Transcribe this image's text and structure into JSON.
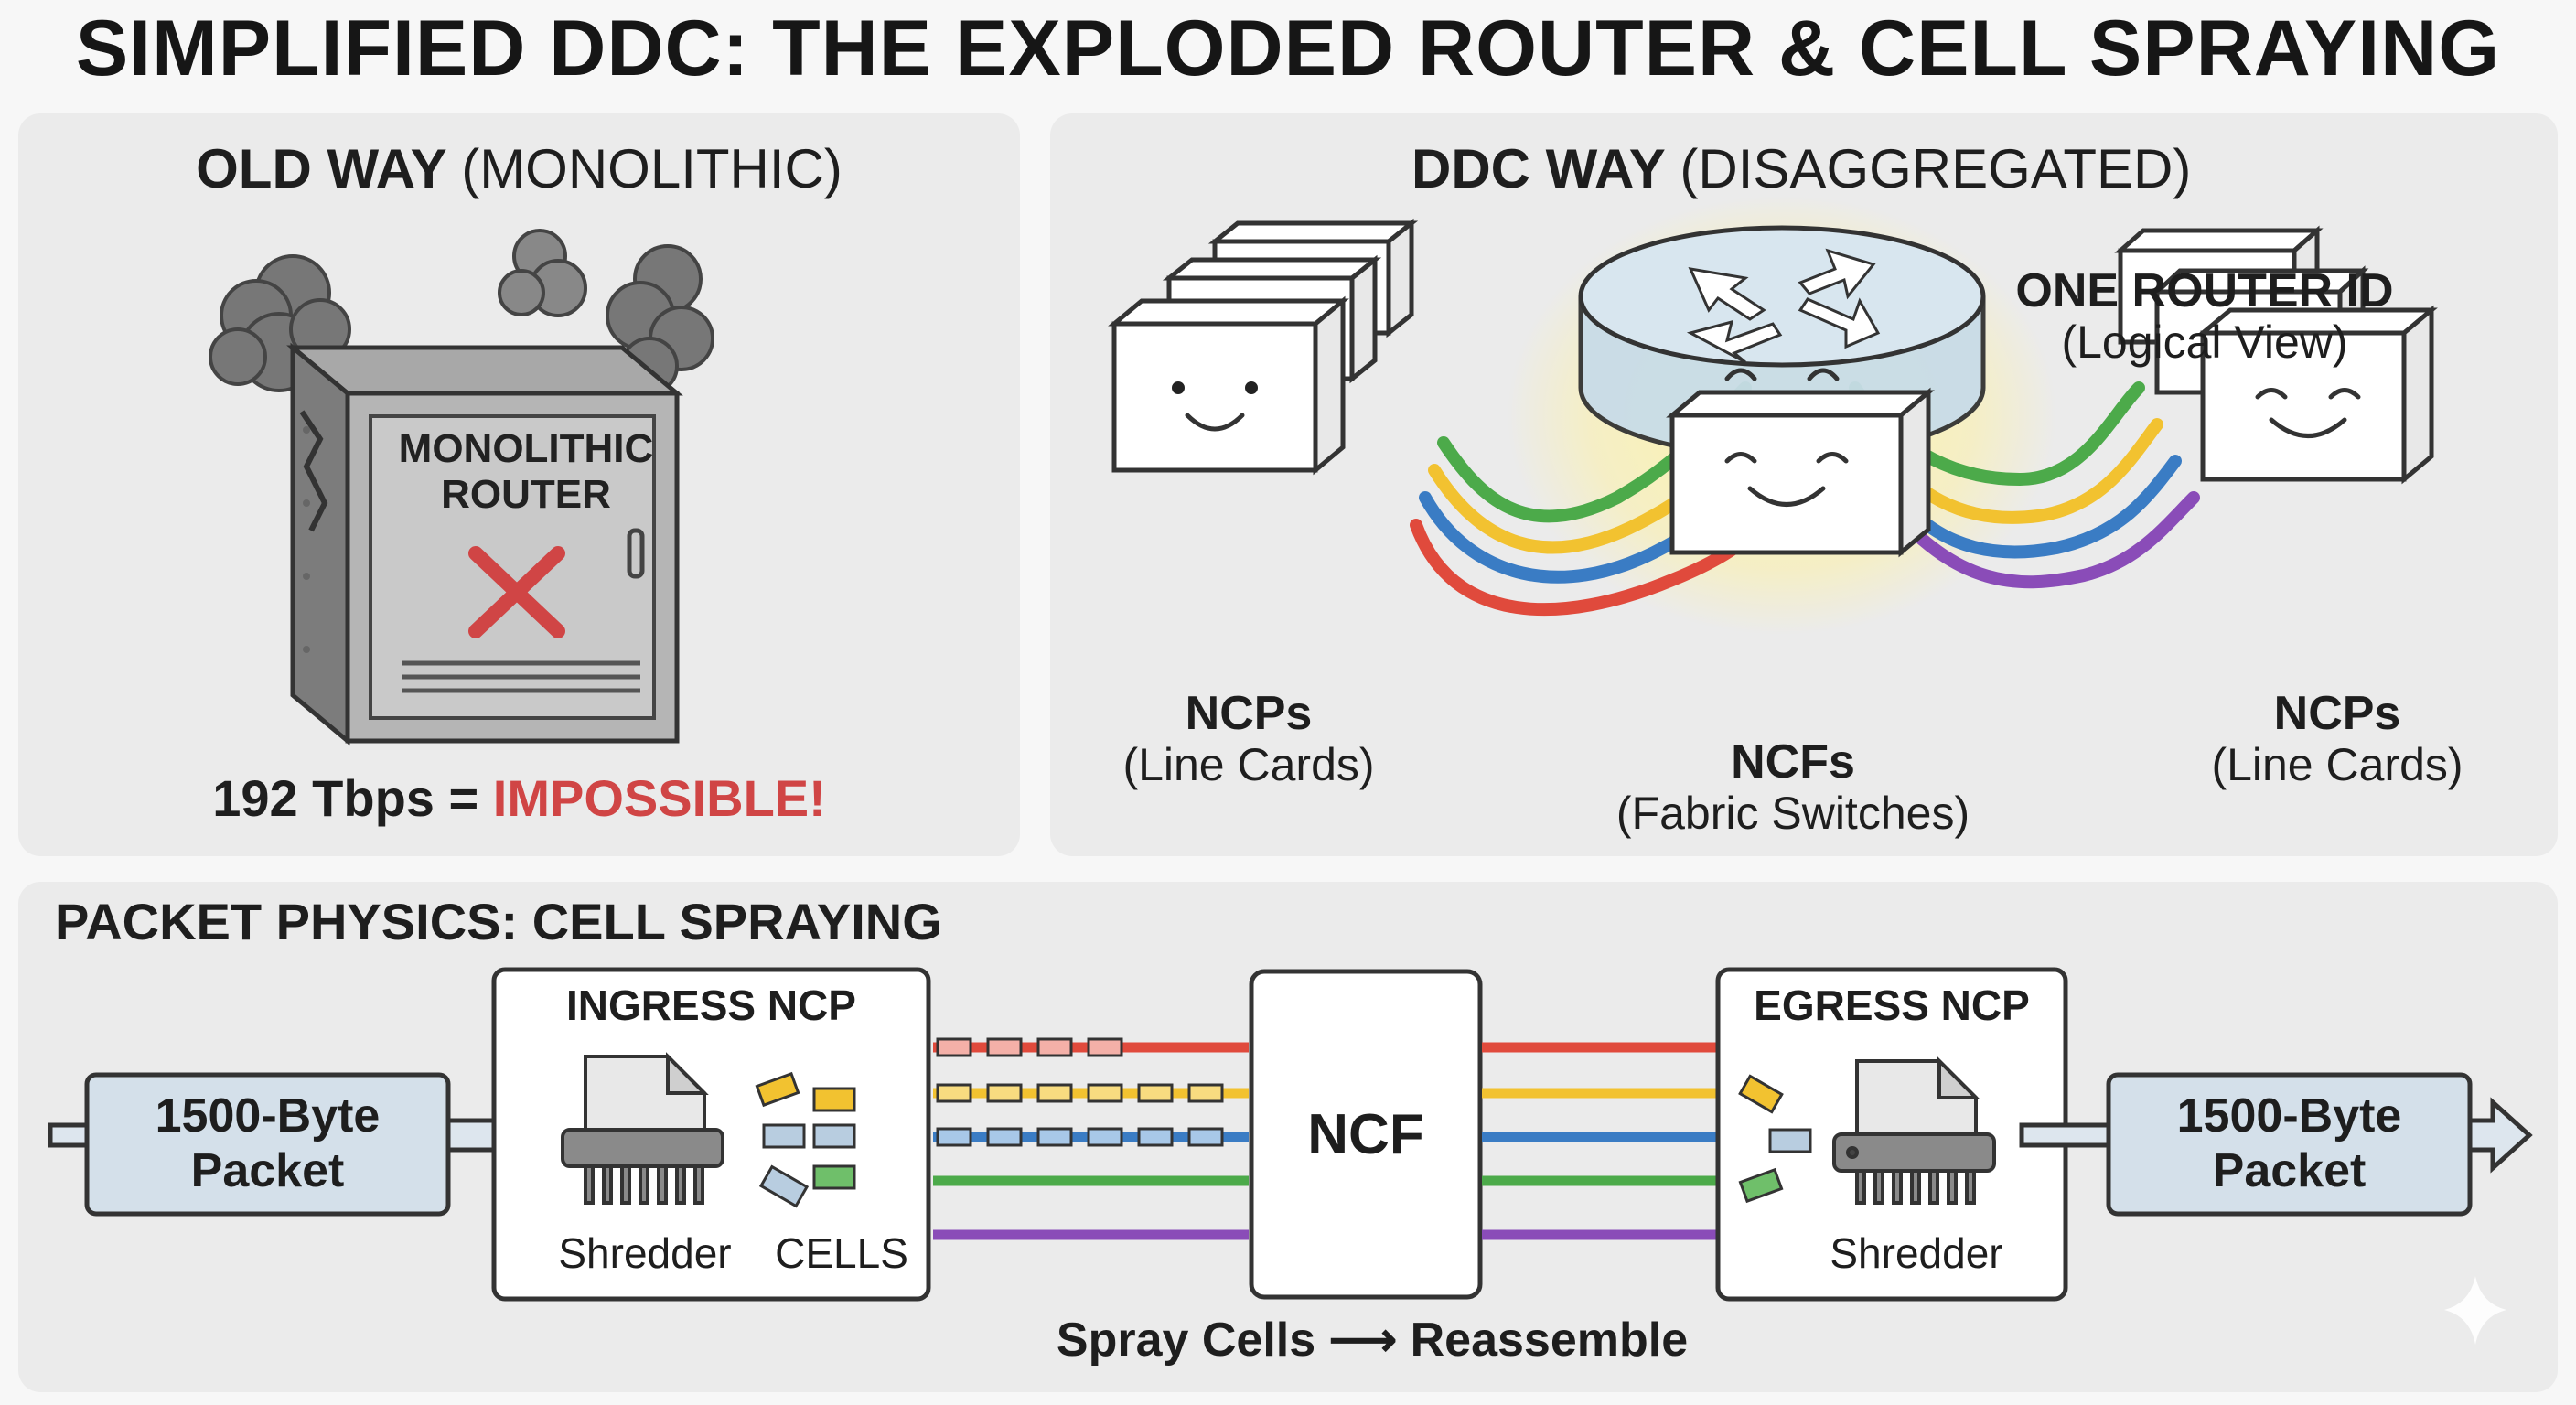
{
  "title": "SIMPLIFIED DDC: THE EXPLODED ROUTER & CELL SPRAYING",
  "old_way": {
    "heading_main": "OLD WAY",
    "heading_paren": "(MONOLITHIC)",
    "box_label_line1": "MONOLITHIC",
    "box_label_line2": "ROUTER",
    "capacity_text": "192 Tbps =",
    "capacity_verdict": "IMPOSSIBLE!",
    "verdict_color": "#d04545"
  },
  "ddc_way": {
    "heading_main": "DDC WAY",
    "heading_paren": "(DISAGGREGATED)",
    "router_id_title": "ONE ROUTER ID",
    "router_id_sub": "(Logical View)",
    "ncp_left_title": "NCPs",
    "ncp_left_sub": "(Line Cards)",
    "ncf_title": "NCFs",
    "ncf_sub": "(Fabric Switches)",
    "ncp_right_title": "NCPs",
    "ncp_right_sub": "(Line Cards)",
    "cable_colors": [
      "#e04a3c",
      "#f2c230",
      "#3a7cc4",
      "#4caa4a",
      "#8a4cb8"
    ]
  },
  "packet_physics": {
    "heading": "PACKET PHYSICS: CELL SPRAYING",
    "input_packet_line1": "1500-Byte",
    "input_packet_line2": "Packet",
    "ingress_title": "INGRESS NCP",
    "ingress_shredder_label": "Shredder",
    "ingress_cells_label": "CELLS",
    "ncf_label": "NCF",
    "egress_title": "EGRESS NCP",
    "egress_shredder_label": "Shredder",
    "output_packet_line1": "1500-Byte",
    "output_packet_line2": "Packet",
    "caption": "Spray Cells ⟶ Reassemble",
    "lane_colors": [
      "#e04a3c",
      "#f2c230",
      "#3a7cc4",
      "#4caa4a",
      "#8a4cb8"
    ]
  }
}
